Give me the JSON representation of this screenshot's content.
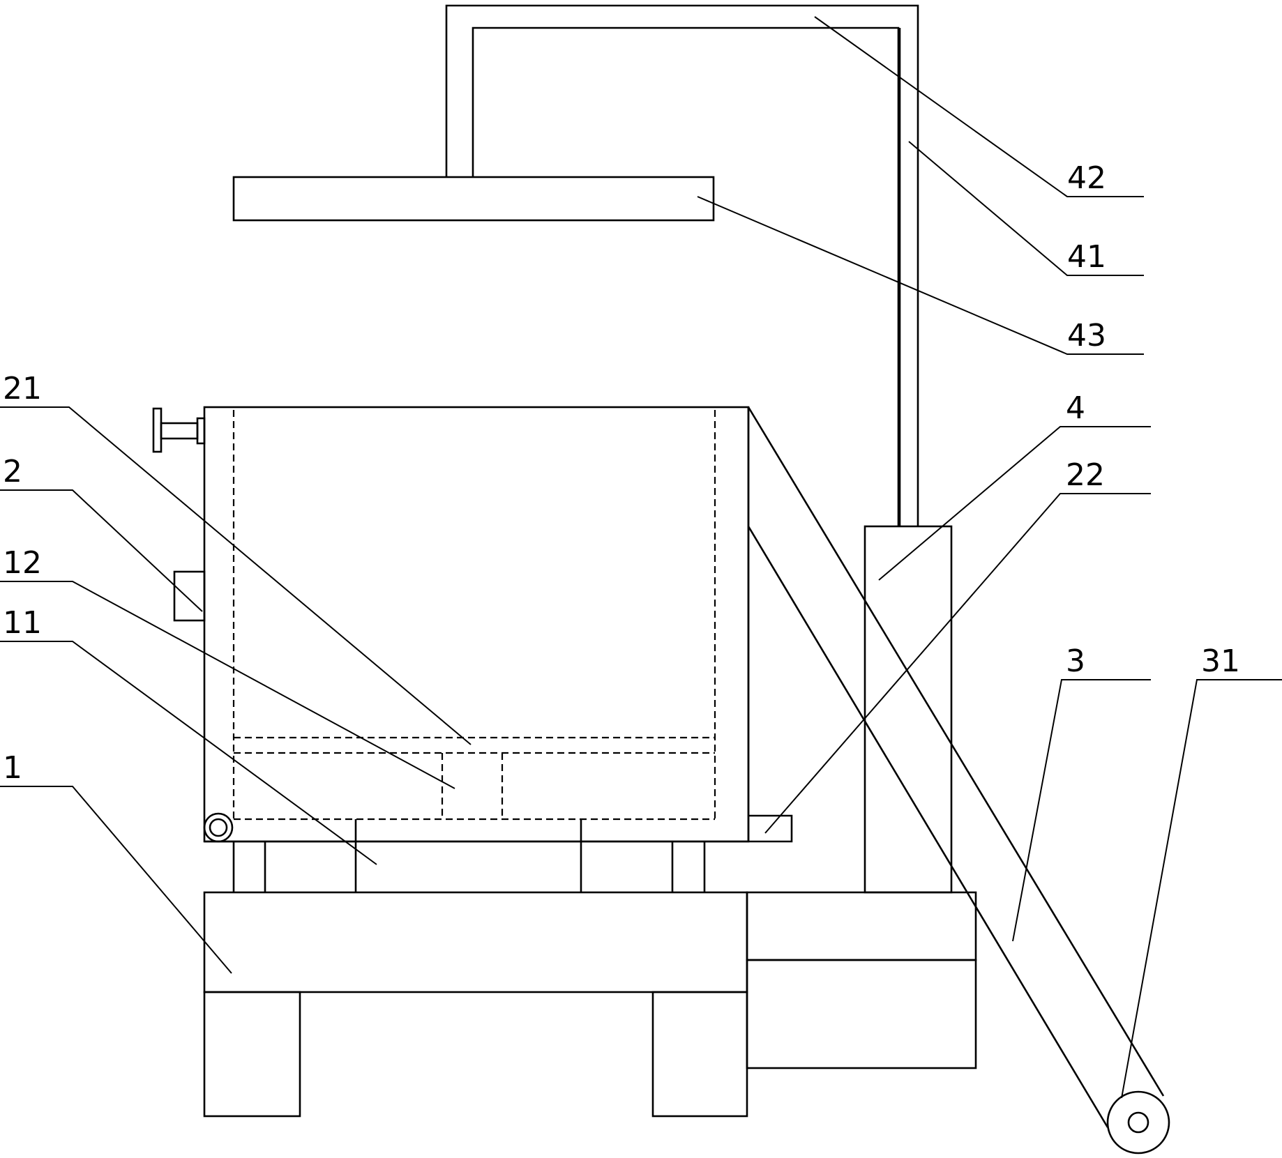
{
  "labels": {
    "l42": "42",
    "l41": "41",
    "l43": "43",
    "l21": "21",
    "l4": "4",
    "l22": "22",
    "l2": "2",
    "l12": "12",
    "l11": "11",
    "l3": "3",
    "l31": "31",
    "l1": "1"
  }
}
